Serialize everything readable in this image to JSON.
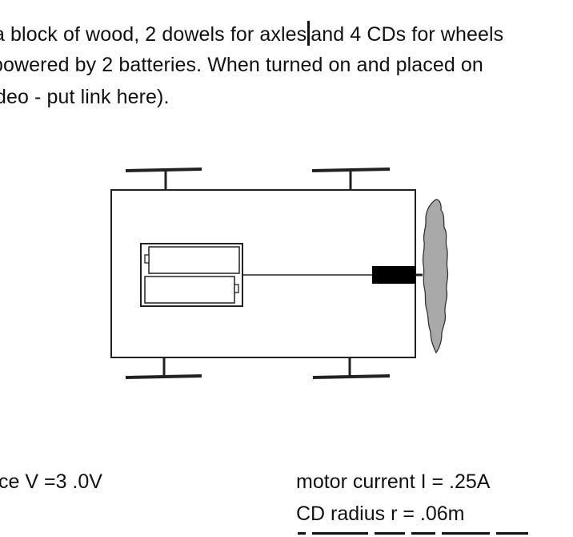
{
  "text": {
    "line1_before_caret": "a block of wood, 2 dowels for axles",
    "line1_after_caret": "and 4 CDs for wheels",
    "line2": "powered by 2 batteries.  When turned on and placed on",
    "line3": "deo - put link here)."
  },
  "variables": {
    "voltage": "ce  V =3 .0V",
    "current": "motor current I = .25A",
    "radius": "CD radius r = .06m"
  }
}
